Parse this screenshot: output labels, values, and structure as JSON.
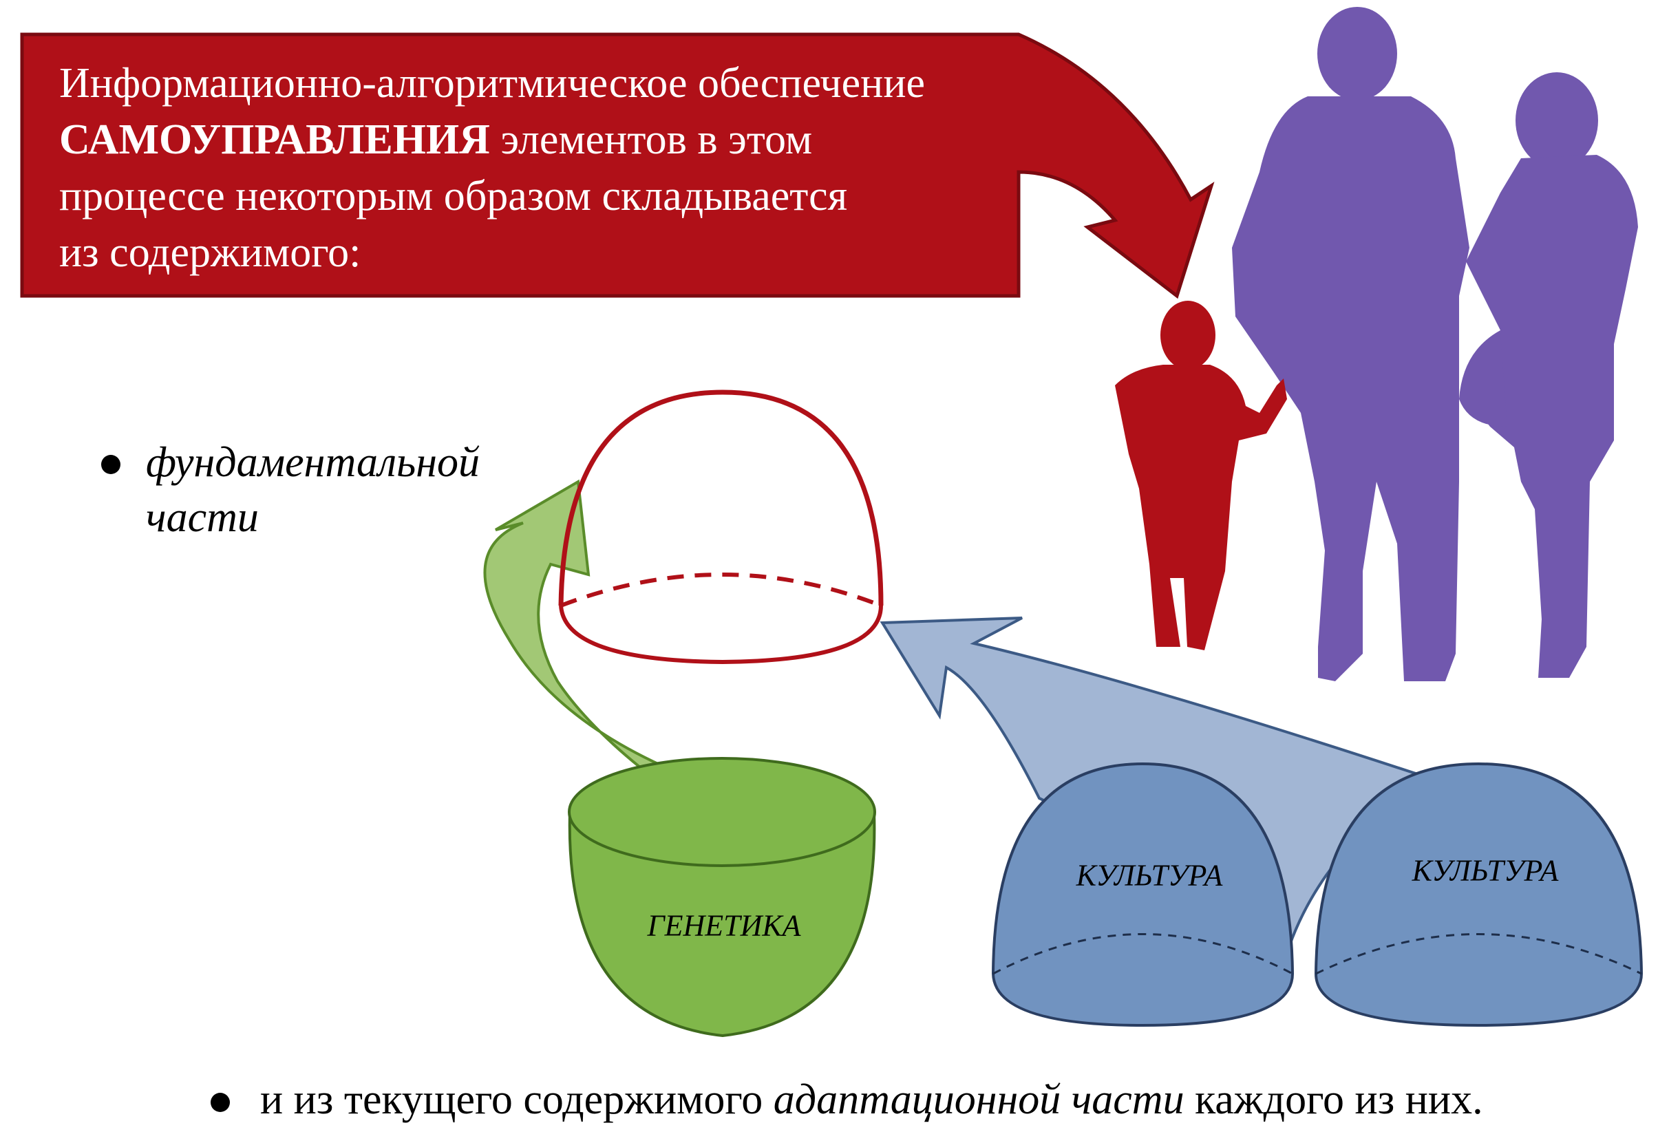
{
  "banner": {
    "line1": "Информационно-алгоритмическое обеспечение",
    "bold": "САМОУПРАВЛЕНИЯ",
    "line2_rest": " элементов в этом",
    "line3": "процессе некоторым образом складывается",
    "line4": "из содержимого:",
    "color": "#b01018"
  },
  "bullet_fundamental": {
    "line1": "фундаментальной",
    "line2": "части"
  },
  "bottom": {
    "prefix": "и из текущего содержимого ",
    "italic": "адаптационной части",
    "suffix": " каждого из них."
  },
  "shapes": {
    "genetics_label": "ГЕНЕТИКА",
    "culture_left_label": "КУЛЬТУРА",
    "culture_right_label": "КУЛЬТУРА"
  },
  "colors": {
    "red": "#b01018",
    "purple": "#7158ae",
    "green": "#80b74a",
    "green_arrow": "#a2c875",
    "blue": "#7193c0",
    "blue_arrow": "#a2b6d4"
  }
}
